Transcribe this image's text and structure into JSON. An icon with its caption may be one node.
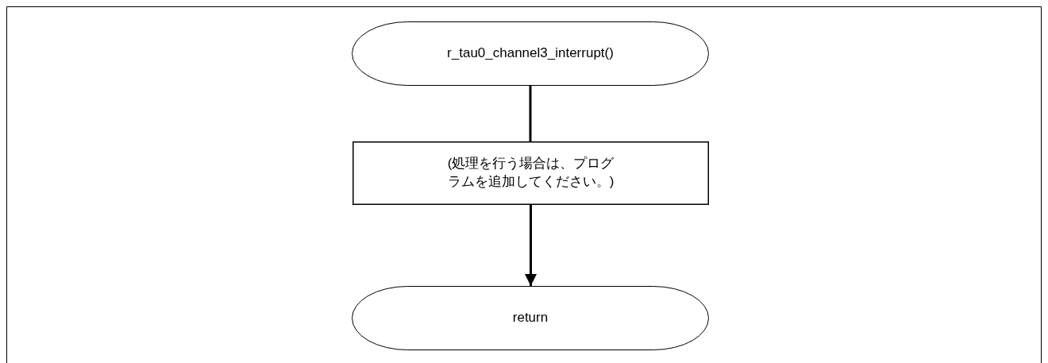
{
  "diagram": {
    "nodes": [
      {
        "text": [
          "r_tau0_channel3_interrupt()"
        ]
      },
      {
        "text": [
          "(処理を行う場合は、プログラムを追加してください。)"
        ]
      },
      {
        "text": [
          "return"
        ]
      }
    ],
    "edges": [
      {
        "from": 0,
        "to": 1,
        "arrow": "none"
      },
      {
        "from": 1,
        "to": 2,
        "arrow": "to"
      }
    ]
  }
}
